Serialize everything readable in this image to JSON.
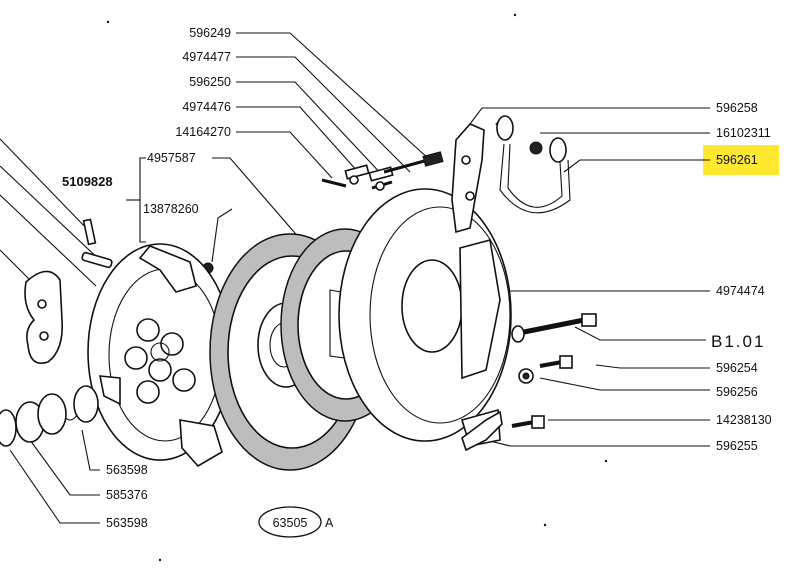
{
  "highlight_color": "#FFE930",
  "labels": {
    "p596249": "596249",
    "p4974477": "4974477",
    "p596250": "596250",
    "p4974476": "4974476",
    "p14164270": "14164270",
    "p4957587": "4957587",
    "p5109828": "5109828",
    "p13878260": "13878260",
    "p596258": "596258",
    "p16102311": "16102311",
    "p596261": "596261",
    "p4974474": "4974474",
    "pB101": "B1.01",
    "p596254": "596254",
    "p596256": "596256",
    "p14238130": "14238130",
    "p596255": "596255",
    "p563598a": "563598",
    "p585376": "585376",
    "p563598b": "563598"
  },
  "figure_ref": {
    "number": "63505",
    "suffix": "A"
  }
}
